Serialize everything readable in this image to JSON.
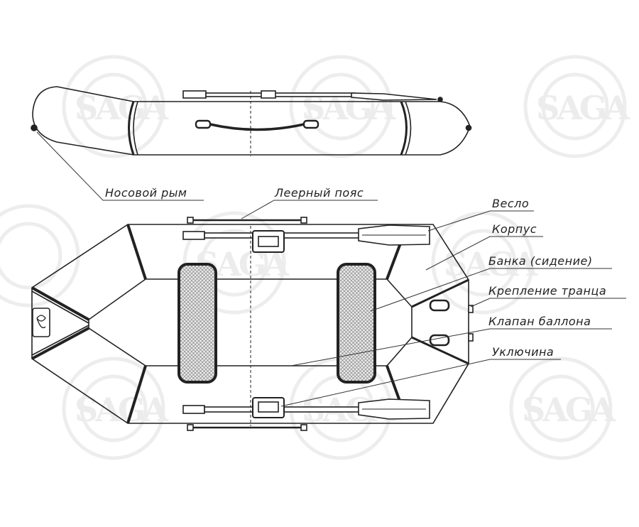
{
  "watermark": {
    "text": "SAGA"
  },
  "labels": {
    "nose_ring": "Носовой рым",
    "lifeline": "Леерный пояс",
    "oar": "Весло",
    "hull": "Корпус",
    "bench": "Банка (сидение)",
    "transom_mount": "Крепление транца",
    "valve": "Клапан баллона",
    "oarlock": "Уключина"
  }
}
